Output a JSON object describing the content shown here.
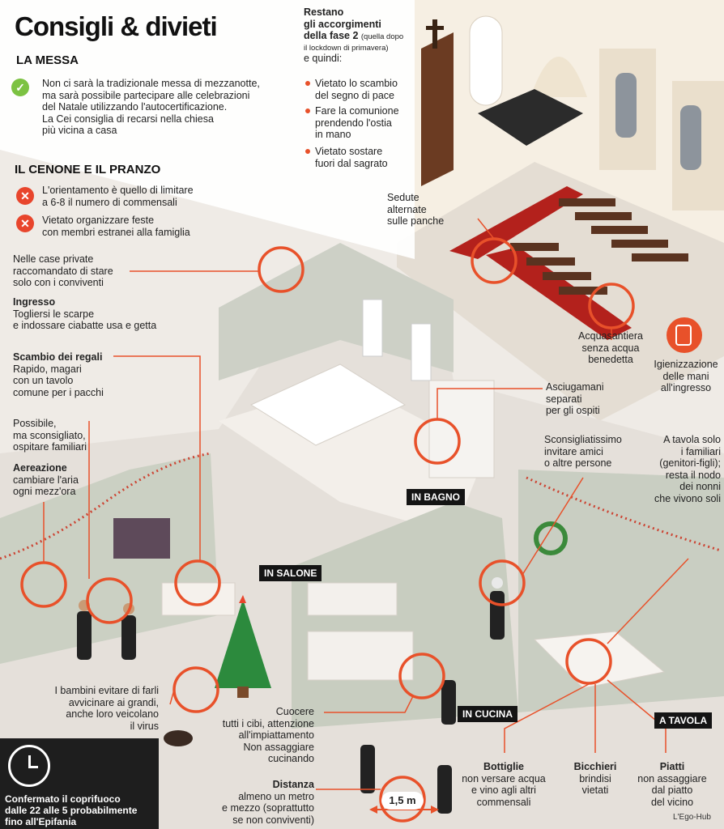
{
  "title": "Consigli & divieti",
  "messa": {
    "heading": "LA MESSA",
    "check_lines": [
      "Non ci sarà la tradizionale messa di mezzanotte,",
      "ma sarà possibile partecipare alle celebrazioni",
      "del Natale utilizzando l'autocertificazione.",
      "La Cei consiglia di recarsi nella chiesa",
      "più vicina a casa"
    ]
  },
  "fase2": {
    "intro_bold": [
      "Restano",
      "gli accorgimenti",
      "della fase 2"
    ],
    "intro_small": [
      "(quella dopo",
      "il lockdown di primavera)"
    ],
    "intro_end": "e quindi:",
    "items": [
      [
        "Vietato lo scambio",
        "del segno di pace"
      ],
      [
        "Fare la comunione",
        "prendendo l'ostia",
        "in mano"
      ],
      [
        "Vietato sostare",
        "fuori dal sagrato"
      ]
    ]
  },
  "cenone": {
    "heading": "IL CENONE E IL PRANZO",
    "items": [
      [
        "L'orientamento è quello di limitare",
        "a 6-8 il numero di commensali"
      ],
      [
        "Vietato organizzare feste",
        "con membri estranei alla famiglia"
      ]
    ]
  },
  "left_notes": {
    "case_private": [
      "Nelle case private",
      "raccomandato di stare",
      "solo con i conviventi"
    ],
    "ingresso_title": "Ingresso",
    "ingresso": [
      "Togliersi le scarpe",
      "e indossare ciabatte usa e getta"
    ],
    "regali_title": "Scambio dei regali",
    "regali": [
      "Rapido, magari",
      "con un tavolo",
      "comune per i pacchi"
    ],
    "familiari": [
      "Possibile,",
      "ma sconsigliato,",
      "ospitare familiari"
    ],
    "aereazione_title": "Aereazione",
    "aereazione": [
      "cambiare l'aria",
      "ogni mezz'ora"
    ],
    "bambini": [
      "I bambini evitare di farli",
      "avvicinare ai grandi,",
      "anche loro veicolano",
      "il virus"
    ]
  },
  "church": {
    "sedute": [
      "Sedute",
      "alternate",
      "sulle panche"
    ],
    "acquasantiera": [
      "Acquasantiera",
      "senza acqua",
      "benedetta"
    ],
    "igienizzazione": [
      "Igienizzazione",
      "delle mani",
      "all'ingresso"
    ]
  },
  "house_notes": {
    "asciugamani": [
      "Asciugamani",
      "separati",
      "per gli ospiti"
    ],
    "sconsigliato": [
      "Sconsigliatissimo",
      "invitare amici",
      "o altre persone"
    ],
    "tavola": [
      "A tavola solo",
      "i familiari",
      "(genitori-figli);",
      "resta il nodo",
      "dei nonni",
      "che vivono soli"
    ],
    "cuocere": [
      "Cuocere",
      "tutti i cibi, attenzione",
      "all'impiattamento",
      "Non assaggiare",
      "cucinando"
    ],
    "distanza_title": "Distanza",
    "distanza": [
      "almeno un metro",
      "e mezzo (soprattutto",
      "se non conviventi)"
    ],
    "bottiglie_title": "Bottiglie",
    "bottiglie": [
      "non versare acqua",
      "e vino agli altri",
      "commensali"
    ],
    "bicchieri_title": "Bicchieri",
    "bicchieri": [
      "brindisi",
      "vietati"
    ],
    "piatti_title": "Piatti",
    "piatti": [
      "non assaggiare",
      "dal piatto",
      "del vicino"
    ]
  },
  "room_labels": {
    "bagno": "IN BAGNO",
    "salone": "IN SALONE",
    "cucina": "IN CUCINA",
    "tavola": "A TAVOLA"
  },
  "distance_label": "1,5 m",
  "curfew": [
    "Confermato il coprifuoco",
    "dalle 22 alle 5 probabilmente",
    "fino all'Epifania"
  ],
  "credit": "L'Ego-Hub",
  "icons": {
    "check": "check-icon",
    "cross": "cross-icon",
    "clock": "clock-icon",
    "sanitize": "hand-sanitizer-icon",
    "cross_religious": "church-cross-icon"
  },
  "colors": {
    "accent": "#e8512a",
    "check": "#7cc242",
    "cross": "#e8452c",
    "dark": "#1e1e1e",
    "carpet": "#b3211c"
  }
}
